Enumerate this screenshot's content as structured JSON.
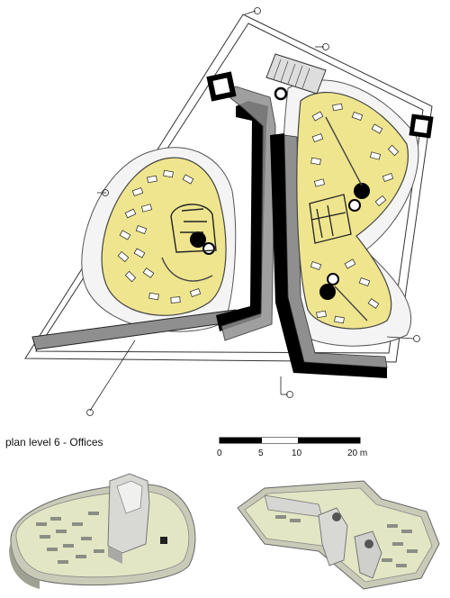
{
  "caption": "plan level 6 - Offices",
  "scale": {
    "ticks": [
      "0",
      "5",
      "10",
      "20 m"
    ]
  },
  "colors": {
    "floor_fill": "#efe58f",
    "floor_stroke": "#444444",
    "core_wall": "#000000",
    "ramp_band": "#8f8f8f",
    "view_base": "#b8b9a8"
  }
}
